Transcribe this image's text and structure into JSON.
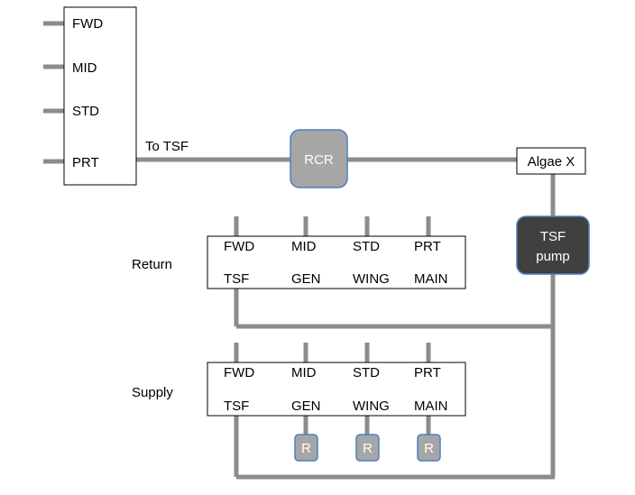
{
  "manifold": {
    "ports": [
      "FWD",
      "MID",
      "STD",
      "PRT"
    ]
  },
  "to_tsf_label": "To TSF",
  "rcr_label": "RCR",
  "algae_label": "Algae X",
  "pump_label": [
    "TSF",
    "pump"
  ],
  "return_block": {
    "label": "Return",
    "top_row": [
      "FWD",
      "MID",
      "STD",
      "PRT"
    ],
    "bottom_row": [
      "TSF",
      "GEN",
      "WING",
      "MAIN"
    ]
  },
  "supply_block": {
    "label": "Supply",
    "top_row": [
      "FWD",
      "MID",
      "STD",
      "PRT"
    ],
    "bottom_row": [
      "TSF",
      "GEN",
      "WING",
      "MAIN"
    ],
    "regulators": [
      "R",
      "R",
      "R"
    ]
  },
  "colors": {
    "pipe": "#8c8c8c",
    "rcr_fill": "#a6a6a6",
    "pump_fill": "#404040",
    "component_border": "#4f81bd"
  }
}
